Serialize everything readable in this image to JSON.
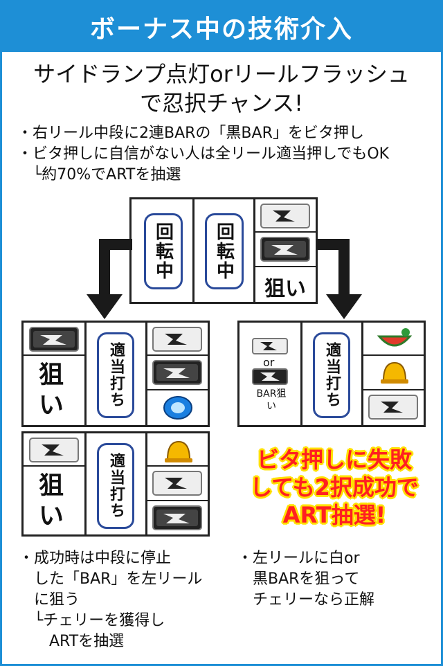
{
  "header": {
    "title": "ボーナス中の技術介入"
  },
  "lead": {
    "line1": "サイドランプ点灯orリールフラッシュ",
    "line2": "で忍択チャンス!"
  },
  "notes": [
    "・右リール中段に2連BARの「黒BAR」をビタ押し",
    "・ビタ押しに自信がない人は全リール適当押しでもOK",
    "　└約70%でARTを抽選"
  ],
  "labels": {
    "spin": "回転中",
    "aim": "狙い",
    "random": "適当打ち",
    "or": "or",
    "bar_aim": "BAR狙い"
  },
  "warning": [
    "ビタ押しに失敗",
    "しても2択成功で",
    "ART抽選!"
  ],
  "bottom_left": [
    "・成功時は中段に停止",
    "　した「BAR」を左リール",
    "　に狙う",
    "　└チェリーを獲得し",
    "　　ARTを抽選"
  ],
  "bottom_right": [
    "・左リールに白or",
    "　黒BARを狙って",
    "　チェリーなら正解"
  ],
  "colors": {
    "accent": "#1e8fd6",
    "pill_border": "#2a4a9a",
    "warn_fill": "#ff2020",
    "warn_outline": "#ffe000"
  }
}
